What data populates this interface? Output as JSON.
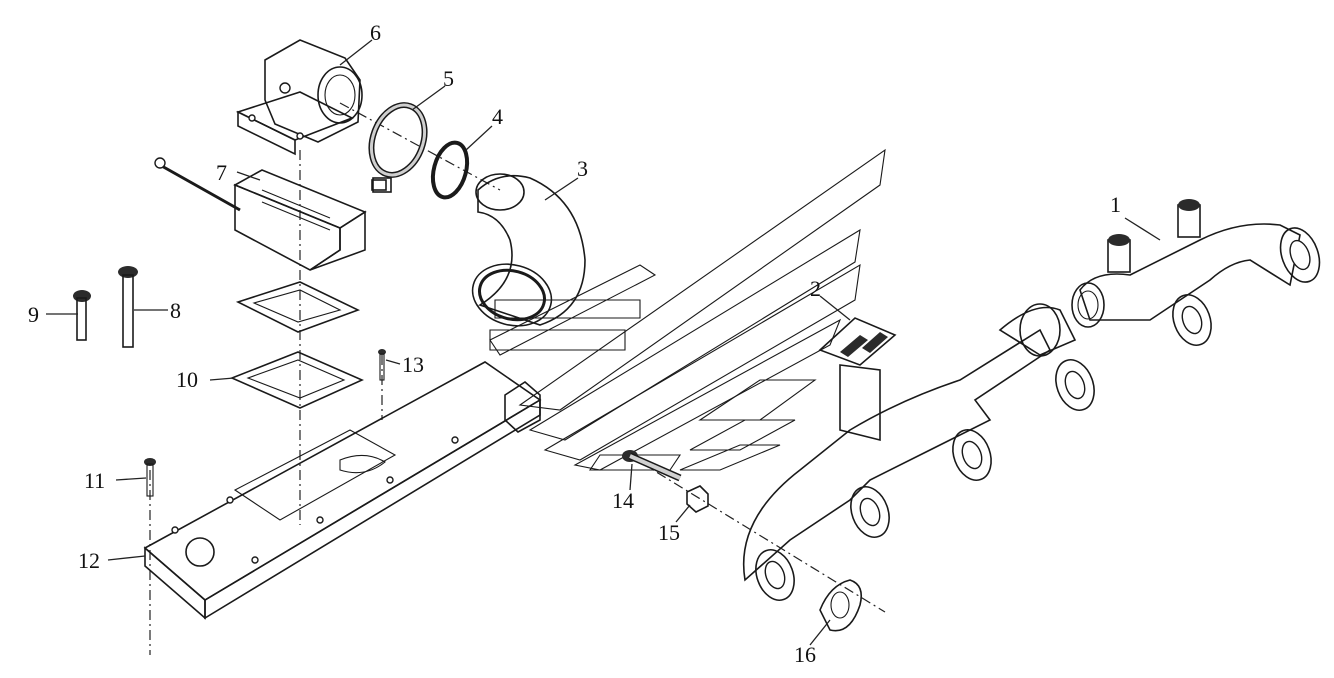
{
  "callouts": [
    {
      "id": "1",
      "label": "1"
    },
    {
      "id": "2",
      "label": "2"
    },
    {
      "id": "3",
      "label": "3"
    },
    {
      "id": "4",
      "label": "4"
    },
    {
      "id": "5",
      "label": "5"
    },
    {
      "id": "6",
      "label": "6"
    },
    {
      "id": "7",
      "label": "7"
    },
    {
      "id": "8",
      "label": "8"
    },
    {
      "id": "9",
      "label": "9"
    },
    {
      "id": "10",
      "label": "10"
    },
    {
      "id": "11",
      "label": "11"
    },
    {
      "id": "12",
      "label": "12"
    },
    {
      "id": "13",
      "label": "13"
    },
    {
      "id": "14",
      "label": "14"
    },
    {
      "id": "15",
      "label": "15"
    },
    {
      "id": "16",
      "label": "16"
    }
  ],
  "colors": {
    "background": "#ffffff",
    "line": "#1a1a1a",
    "shadow": "#2b2b2b",
    "part_fill": "#d9d9d9",
    "part_light": "#f2f2f2"
  }
}
